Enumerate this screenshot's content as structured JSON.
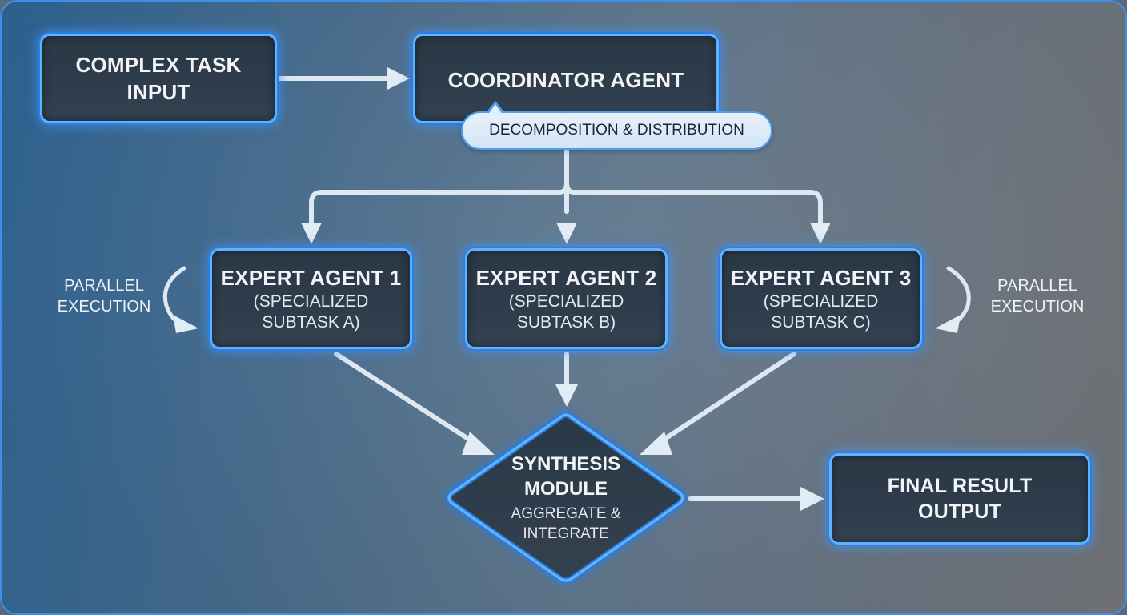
{
  "diagram": {
    "title": "Multi-agent task decomposition workflow",
    "colors": {
      "node_border": "#5fb2ff",
      "node_glow": "#2c7fe0",
      "node_fill": "#2e3c4b",
      "arrow": "#dde8f2",
      "callout_fill": "#dcebf8",
      "frame_border": "#3d8fe8"
    },
    "nodes": {
      "input": {
        "lines": [
          "COMPLEX TASK",
          "INPUT"
        ]
      },
      "coordinator": {
        "title": "COORDINATOR AGENT",
        "callout": "DECOMPOSITION & DISTRIBUTION"
      },
      "experts": [
        {
          "title": "EXPERT AGENT 1",
          "sub": [
            "(SPECIALIZED",
            "SUBTASK A)"
          ]
        },
        {
          "title": "EXPERT AGENT 2",
          "sub": [
            "(SPECIALIZED",
            "SUBTASK B)"
          ]
        },
        {
          "title": "EXPERT AGENT 3",
          "sub": [
            "(SPECIALIZED",
            "SUBTASK C)"
          ]
        }
      ],
      "synthesis": {
        "title": [
          "SYNTHESIS",
          "MODULE"
        ],
        "sub": [
          "AGGREGATE &",
          "INTEGRATE"
        ]
      },
      "final": {
        "lines": [
          "FINAL RESULT",
          "OUTPUT"
        ]
      }
    },
    "side_labels": {
      "left": [
        "PARALLEL",
        "EXECUTION"
      ],
      "right": [
        "PARALLEL",
        "EXECUTION"
      ]
    },
    "edges": [
      {
        "from": "input",
        "to": "coordinator"
      },
      {
        "from": "coordinator",
        "to": "expert-1"
      },
      {
        "from": "coordinator",
        "to": "expert-2"
      },
      {
        "from": "coordinator",
        "to": "expert-3"
      },
      {
        "from": "expert-1",
        "to": "synthesis"
      },
      {
        "from": "expert-2",
        "to": "synthesis"
      },
      {
        "from": "expert-3",
        "to": "synthesis"
      },
      {
        "from": "synthesis",
        "to": "final"
      }
    ]
  }
}
